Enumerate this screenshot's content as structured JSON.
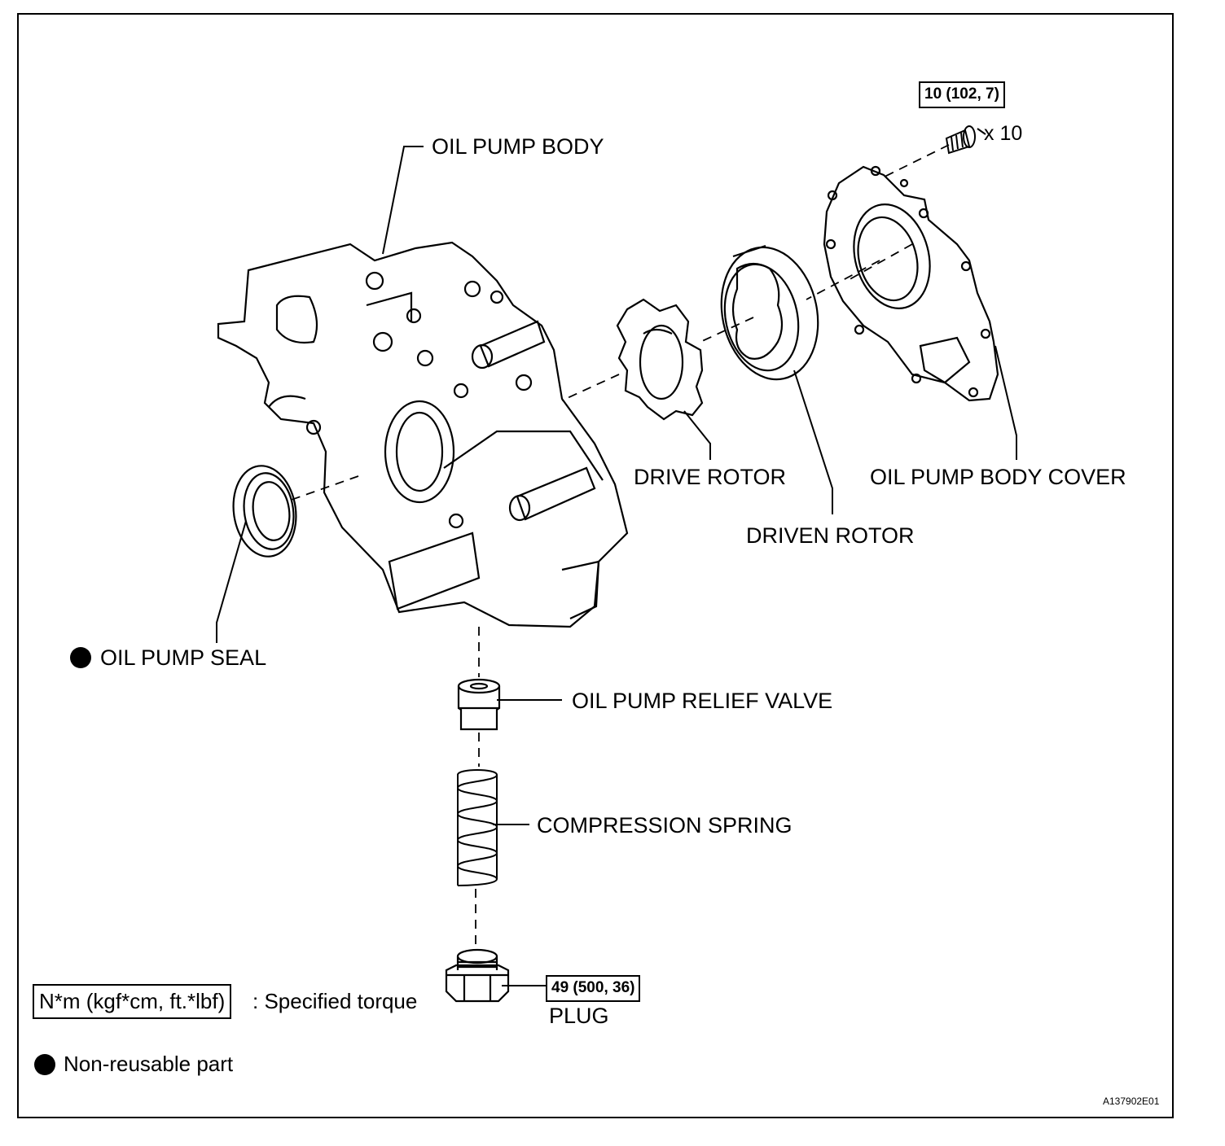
{
  "labels": {
    "oil_pump_body": "OIL PUMP BODY",
    "drive_rotor": "DRIVE ROTOR",
    "driven_rotor": "DRIVEN ROTOR",
    "oil_pump_body_cover": "OIL PUMP BODY COVER",
    "oil_pump_seal": "OIL PUMP SEAL",
    "oil_pump_relief_valve": "OIL PUMP RELIEF VALVE",
    "compression_spring": "COMPRESSION SPRING",
    "plug": "PLUG"
  },
  "torque": {
    "cover_bolt": "10 (102, 7)",
    "cover_bolt_count": "x 10",
    "plug": "49 (500, 36)"
  },
  "legend": {
    "torque_unit": "N*m (kgf*cm, ft.*lbf)",
    "torque_text": ": Specified torque",
    "nonreusable_text": "Non-reusable part"
  },
  "figure_code": "A137902E01"
}
